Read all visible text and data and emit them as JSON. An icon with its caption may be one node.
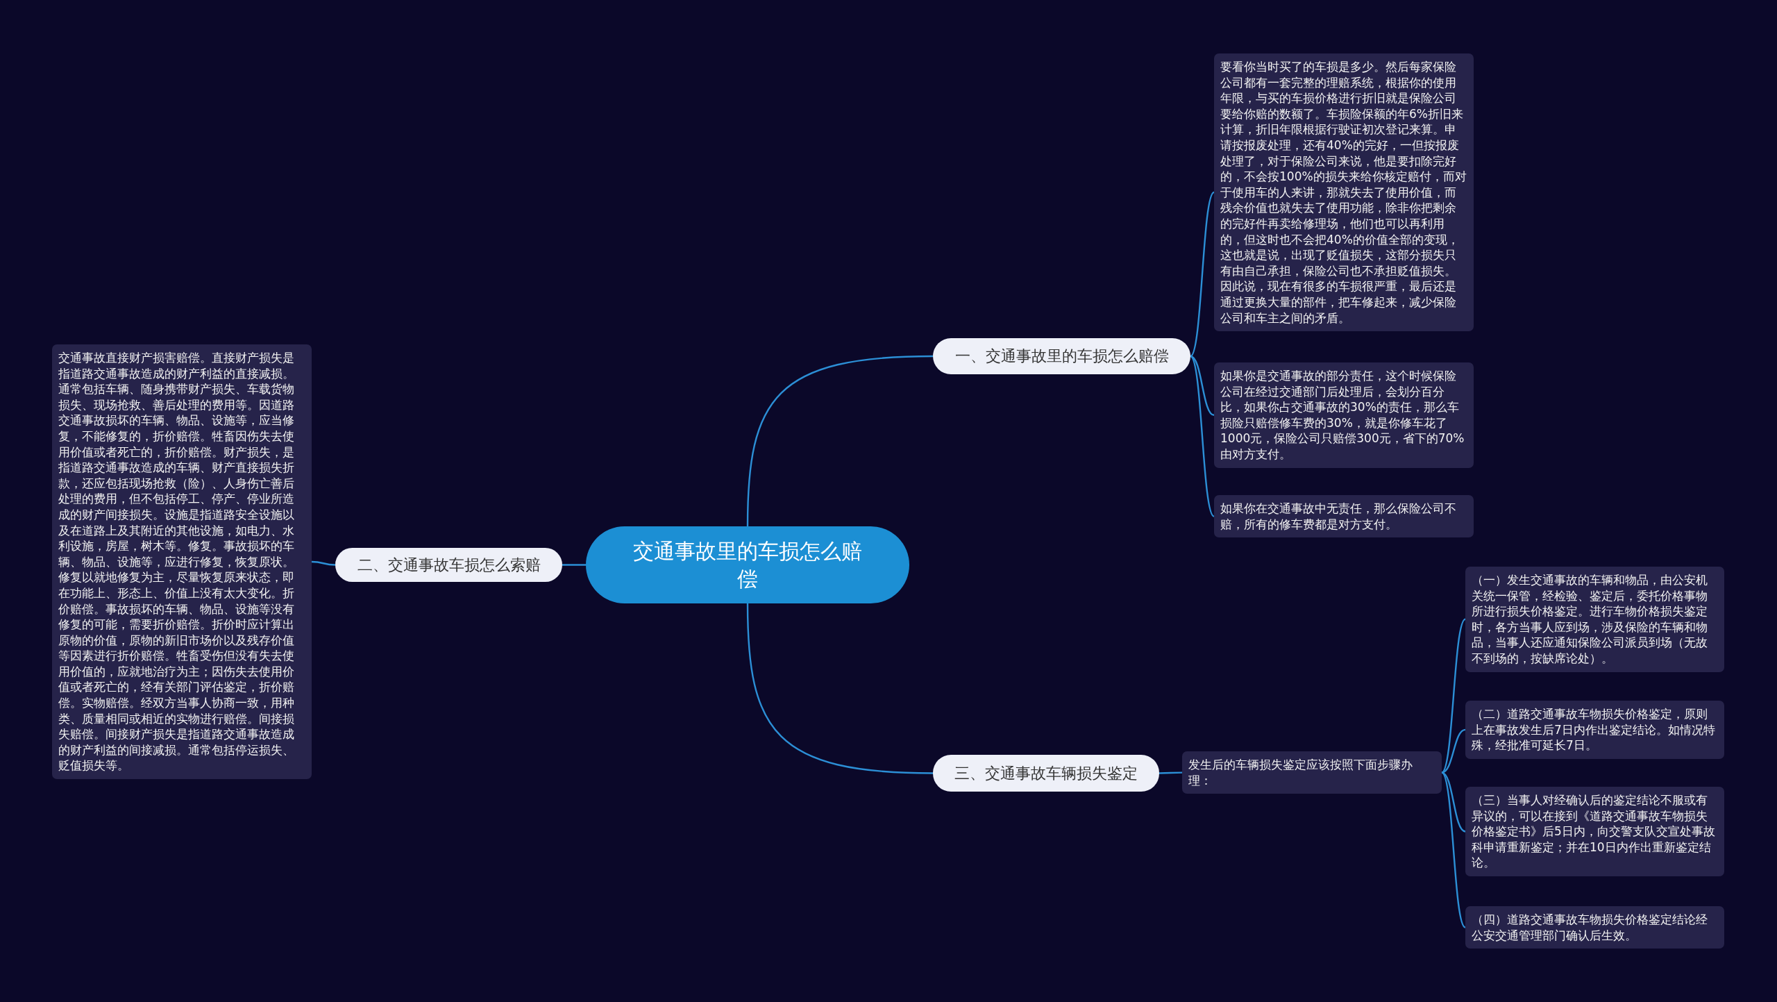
{
  "diagram": {
    "nodes": [
      {
        "text": [
          "交通事故里的车损怎么赔偿"
        ]
      },
      {
        "text": [
          "一、交通事故里的车损怎么赔偿"
        ]
      },
      {
        "text": [
          "要看你当时买了的车损是多少。然后每家保险公司都有一套完整的理赔系统，根据你的使用年限，与买的车损价格进行折旧就是保险公司要给你赔的数额了。车损险保额的年6%折旧来计算，折旧年限根据行驶证初次登记来算。申请按报废处理，还有40%的完好，一但按报废处理了，对于保险公司来说，他是要扣除完好的，不会按100%的损失来给你核定赔付，而对于使用车的人来讲，那就失去了使用价值，而残余价值也就失去了使用功能，除非你把剩余的完好件再卖给修理场，他们也可以再利用的，但这时也不会把40%的价值全部的变现，这也就是说，出现了贬值损失，这部分损失只有由自己承担，保险公司也不承担贬值损失。因此说，现在有很多的车损很严重，最后还是通过更换大量的部件，把车修起来，减少保险公司和车主之间的矛盾。"
        ]
      },
      {
        "text": [
          "如果你是交通事故的部分责任，这个时候保险公司在经过交通部门后处理后，会划分百分比，如果你占交通事故的30%的责任，那么车损险只赔偿修车费的30%，就是你修车花了1000元，保险公司只赔偿300元，省下的70%由对方支付。"
        ]
      },
      {
        "text": [
          "如果你在交通事故中无责任，那么保险公司不赔，所有的修车费都是对方支付。"
        ]
      },
      {
        "text": [
          "二、交通事故车损怎么索赔"
        ]
      },
      {
        "text": [
          "交通事故直接财产损害赔偿。直接财产损失是指道路交通事故造成的财产利益的直接减损。通常包括车辆、随身携带财产损失、车载货物损失、现场抢救、善后处理的费用等。因道路交通事故损坏的车辆、物品、设施等，应当修复，不能修复的，折价赔偿。牲畜因伤失去使用价值或者死亡的，折价赔偿。财产损失，是指道路交通事故造成的车辆、财产直接损失折款，还应包括现场抢救（险）、人身伤亡善后处理的费用，但不包括停工、停产、停业所造成的财产间接损失。设施是指道路安全设施以及在道路上及其附近的其他设施，如电力、水利设施，房屋，树木等。修复。事故损坏的车辆、物品、设施等，应进行修复，恢复原状。修复以就地修复为主，尽量恢复原来状态，即在功能上、形态上、价值上没有太大变化。折价赔偿。事故损坏的车辆、物品、设施等没有修复的可能，需要折价赔偿。折价时应计算出原物的价值，原物的新旧市场价以及残存价值等因素进行折价赔偿。牲畜受伤但没有失去使用价值的，应就地治疗为主；因伤失去使用价值或者死亡的，经有关部门评估鉴定，折价赔偿。实物赔偿。经双方当事人协商一致，用种类、质量相同或相近的实物进行赔偿。间接损失赔偿。间接财产损失是指道路交通事故造成的财产利益的间接减损。通常包括停运损失、贬值损失等。"
        ]
      },
      {
        "text": [
          "三、交通事故车辆损失鉴定"
        ]
      },
      {
        "text": [
          "发生后的车辆损失鉴定应该按照下面步骤办理："
        ]
      },
      {
        "text": [
          "（一）发生交通事故的车辆和物品，由公安机关统一保管，经检验、鉴定后，委托价格事物所进行损失价格鉴定。进行车物价格损失鉴定时，各方当事人应到场，涉及保险的车辆和物品，当事人还应通知保险公司派员到场（无故不到场的，按缺席论处）。"
        ]
      },
      {
        "text": [
          "（二）道路交通事故车物损失价格鉴定，原则上在事故发生后7日内作出鉴定结论。如情况特殊，经批准可延长7日。"
        ]
      },
      {
        "text": [
          "（三）当事人对经确认后的鉴定结论不服或有异议的，可以在接到《道路交通事故车物损失价格鉴定书》后5日内，向交警支队交宣处事故科申请重新鉴定；并在10日内作出重新鉴定结论。"
        ]
      },
      {
        "text": [
          "（四）道路交通事故车物损失价格鉴定结论经公安交通管理部门确认后生效。"
        ]
      }
    ],
    "edges": [
      {
        "from": 0,
        "to": 1,
        "arrow": "none"
      },
      {
        "from": 1,
        "to": 2,
        "arrow": "none"
      },
      {
        "from": 1,
        "to": 3,
        "arrow": "none"
      },
      {
        "from": 1,
        "to": 4,
        "arrow": "none"
      },
      {
        "from": 0,
        "to": 5,
        "arrow": "none"
      },
      {
        "from": 5,
        "to": 6,
        "arrow": "none"
      },
      {
        "from": 0,
        "to": 7,
        "arrow": "none"
      },
      {
        "from": 7,
        "to": 8,
        "arrow": "none"
      },
      {
        "from": 8,
        "to": 9,
        "arrow": "none"
      },
      {
        "from": 8,
        "to": 10,
        "arrow": "none"
      },
      {
        "from": 8,
        "to": 11,
        "arrow": "none"
      },
      {
        "from": 8,
        "to": 12,
        "arrow": "none"
      }
    ]
  }
}
